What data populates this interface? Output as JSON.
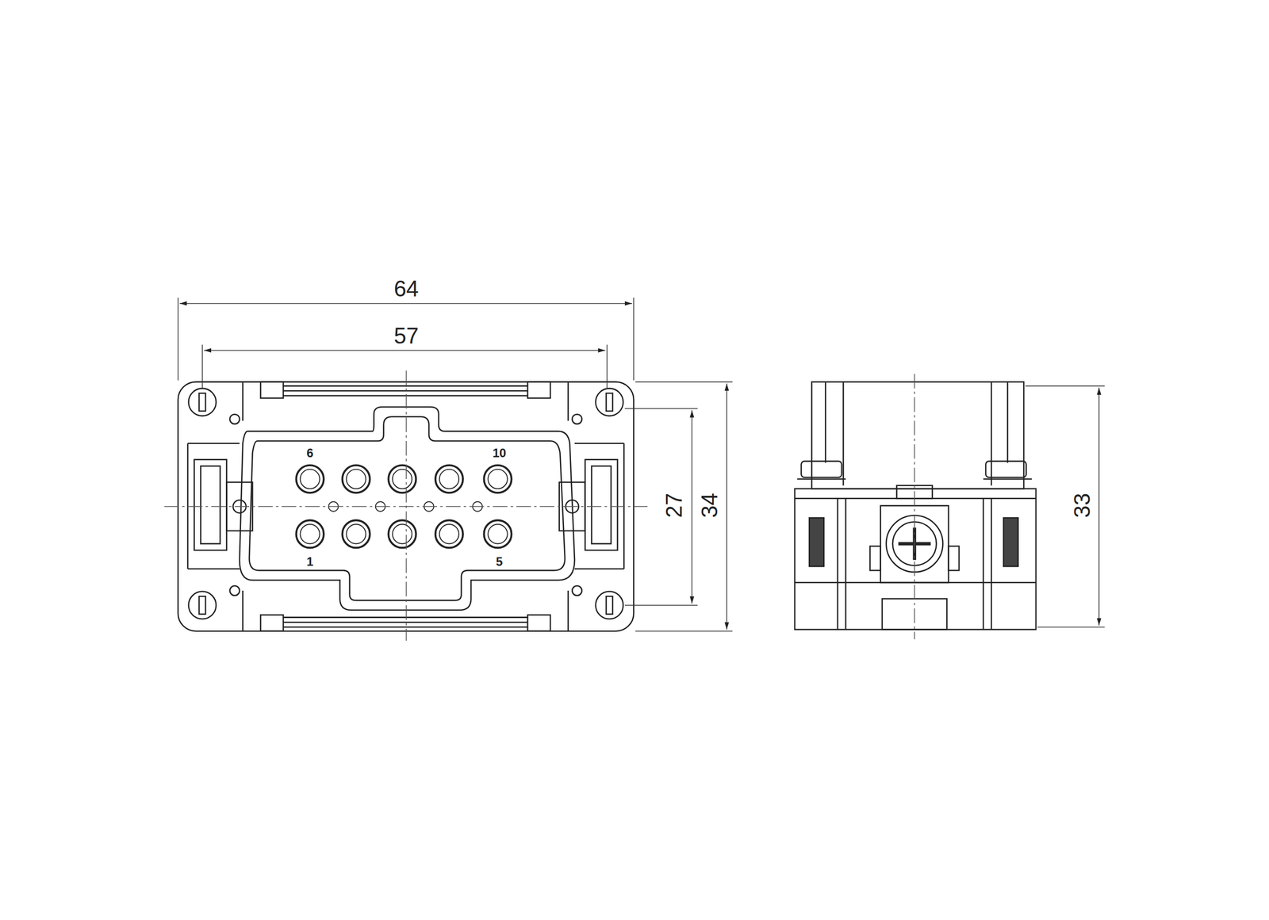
{
  "diagram": {
    "labels": [
      "64",
      "57",
      "6",
      "10",
      "1",
      "5",
      "27",
      "34",
      "33"
    ]
  }
}
